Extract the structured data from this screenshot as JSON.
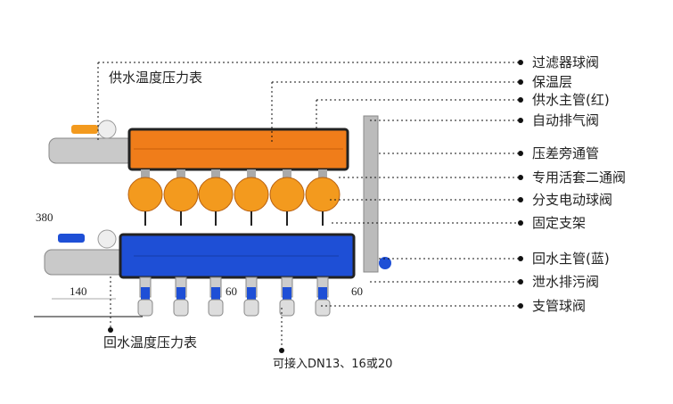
{
  "left_labels": {
    "supply_gauge": "供水温度压力表",
    "return_gauge": "回水温度压力表"
  },
  "right_labels": [
    "过滤器球阀",
    "保温层",
    "供水主管(红)",
    "自动排气阀",
    "压差旁通管",
    "专用活套二通阀",
    "分支电动球阀",
    "固定支架",
    "回水主管(蓝)",
    "泄水排污阀",
    "支管球阀"
  ],
  "dimensions": {
    "height": "380",
    "inlet": "140",
    "spacing": "60",
    "end": "60"
  },
  "bottom_note": "可接入DN13、16或20",
  "colors": {
    "supply": "#f07d1a",
    "return": "#1e4fd6",
    "leader": "#111111"
  }
}
